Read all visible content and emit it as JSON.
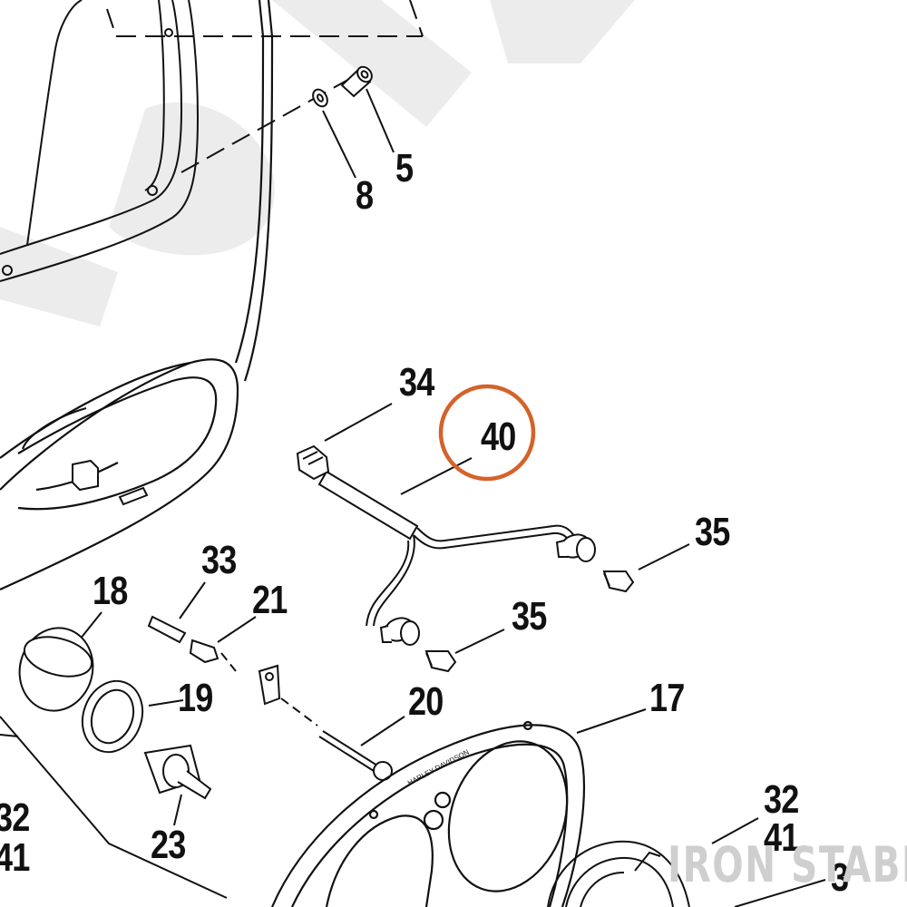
{
  "diagram": {
    "highlight_color": "#d4622a",
    "highlighted_callout": "40",
    "callouts": {
      "c5": "5",
      "c8": "8",
      "c34": "34",
      "c40": "40",
      "c35a": "35",
      "c35b": "35",
      "c33": "33",
      "c18": "18",
      "c21": "21",
      "c19": "19",
      "c20": "20",
      "c17": "17",
      "c23": "23",
      "c32a": "32",
      "c41a": "41",
      "c32b": "32",
      "c41b": "41",
      "c3": "3"
    },
    "bezel_print": "HARLEY DAVIDSON"
  },
  "watermark": {
    "text": "IRON STABLE",
    "background_text": "STABLE"
  }
}
